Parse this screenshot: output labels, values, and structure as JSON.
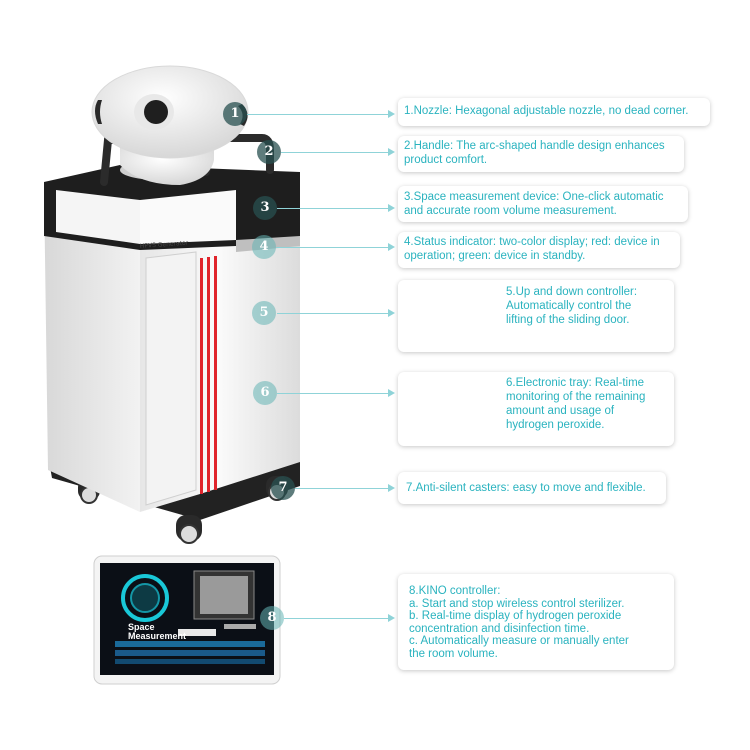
{
  "device": {
    "brand_label": "HPVS Generator"
  },
  "callouts": [
    {
      "num": "1",
      "text": "1.Nozzle: Hexagonal adjustable nozzle, no dead corner."
    },
    {
      "num": "2",
      "text": "2.Handle: The arc-shaped handle design enhances\nproduct comfort."
    },
    {
      "num": "3",
      "text": "3.Space measurement device: One-click automatic\nand accurate room volume measurement."
    },
    {
      "num": "4",
      "text": "4.Status indicator: two-color display; red: device in\noperation; green: device in standby."
    },
    {
      "num": "5",
      "text": "5.Up and down controller:\nAutomatically control the\nlifting of the sliding door."
    },
    {
      "num": "6",
      "text": "6.Electronic tray: Real-time\nmonitoring of the remaining\namount and usage of\nhydrogen peroxide."
    },
    {
      "num": "7",
      "text": "7.Anti-silent casters: easy to move and flexible."
    },
    {
      "num": "8",
      "text": "8.KINO controller:\na. Start and stop wireless control sterilizer.\nb. Real-time display of hydrogen peroxide\nconcentration and disinfection time.\nc. Automatically measure or manually enter\nthe room volume."
    }
  ],
  "tablet": {
    "screen_title": "Space\nMeasurement"
  },
  "colors": {
    "accent": "#2ab3bf",
    "stripe_red": "#e0242b",
    "dark_panel": "#1e1e1e"
  }
}
